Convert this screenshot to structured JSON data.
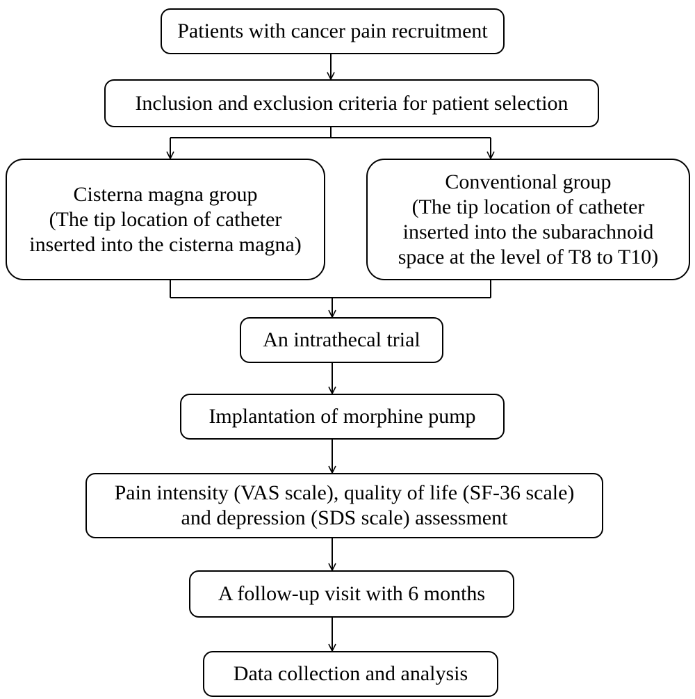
{
  "steps": {
    "recruitment": "Patients with cancer pain recruitment",
    "selection": "Inclusion and exclusion criteria for patient selection",
    "cisterna": {
      "title": "Cisterna magna group",
      "line1": "(The tip location of catheter",
      "line2": "inserted into the cisterna magna)"
    },
    "conventional": {
      "title": "Conventional group",
      "line1": "(The tip location of catheter",
      "line2": "inserted into the subarachnoid",
      "line3": "space at the level of T8 to T10)"
    },
    "trial": "An intrathecal trial",
    "implantation": "Implantation of morphine pump",
    "assessment": {
      "line1": "Pain intensity (VAS scale), quality of life (SF-36 scale)",
      "line2": "and depression (SDS scale) assessment"
    },
    "followup": "A follow-up visit with 6 months",
    "collection": "Data collection and analysis"
  }
}
